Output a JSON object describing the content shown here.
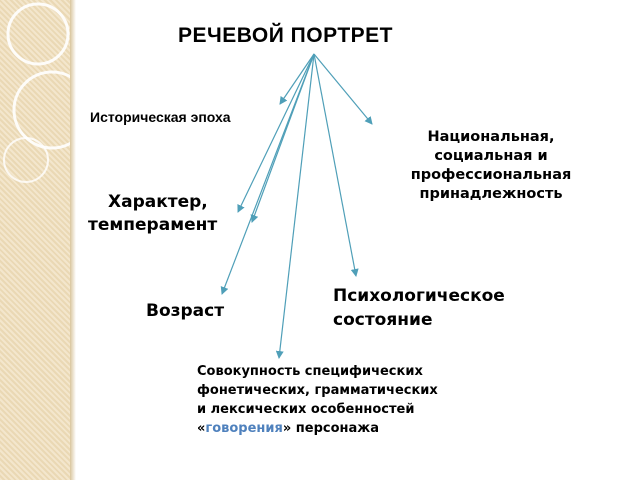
{
  "title": "РЕЧЕВОЙ ПОРТРЕТ",
  "items": {
    "epoch": "Историческая эпоха",
    "national": [
      "Национальная,",
      "социальная и",
      "профессиональная",
      "принадлежность"
    ],
    "character": [
      "Характер,",
      "темперамент"
    ],
    "psych": [
      "Психологическое",
      "состояние"
    ],
    "age": "Возраст",
    "speech": {
      "lines": [
        "Совокупность специфических",
        "фонетических, грамматических",
        "и лексических особенностей"
      ],
      "open_quote": "«",
      "highlight": "говорения",
      "close_quote": "» персонажа"
    }
  },
  "colors": {
    "arrow": "#4f9fb8",
    "highlight": "#4f81bd",
    "sidebar": "#f3e6cc"
  }
}
